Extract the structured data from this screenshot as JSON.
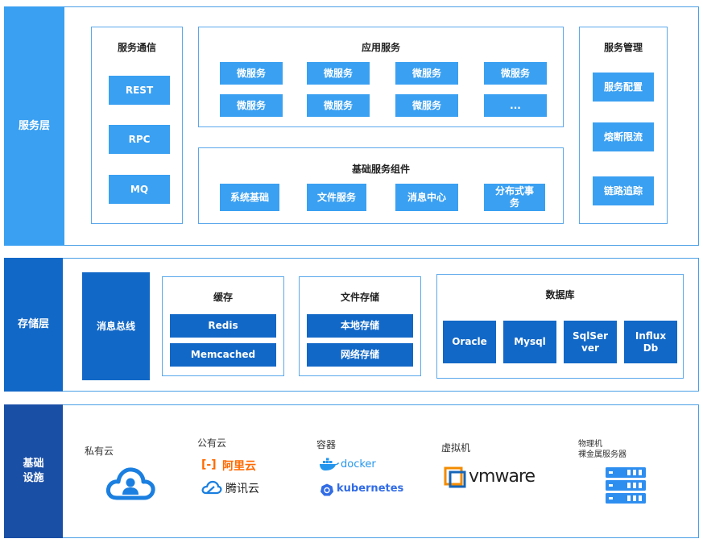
{
  "service_layer": {
    "label": "服务层",
    "comm": {
      "title": "服务通信",
      "items": [
        "REST",
        "RPC",
        "MQ"
      ]
    },
    "app": {
      "title": "应用服务",
      "items": [
        "微服务",
        "微服务",
        "微服务",
        "微服务",
        "微服务",
        "微服务",
        "微服务",
        "..."
      ]
    },
    "base": {
      "title": "基础服务组件",
      "items": [
        "系统基础",
        "文件服务",
        "消息中心",
        "分布式事务"
      ]
    },
    "mgmt": {
      "title": "服务管理",
      "items": [
        "服务配置",
        "熔断限流",
        "链路追踪"
      ]
    }
  },
  "storage_layer": {
    "label": "存储层",
    "bus": "消息总线",
    "cache": {
      "title": "缓存",
      "items": [
        "Redis",
        "Memcached"
      ]
    },
    "file": {
      "title": "文件存储",
      "items": [
        "本地存储",
        "网络存储"
      ]
    },
    "db": {
      "title": "数据库",
      "items": [
        "Oracle",
        "Mysql",
        "SqlServer",
        "InfluxDb"
      ]
    }
  },
  "infra_layer": {
    "label": "基础设施",
    "private_cloud": "私有云",
    "public_cloud": {
      "label": "公有云",
      "aliyun": "阿里云",
      "tencent": "腾讯云"
    },
    "container": {
      "label": "容器",
      "docker": "docker",
      "k8s": "kubernetes"
    },
    "vm": {
      "label": "虚拟机",
      "vmware": "vmware"
    },
    "physical": {
      "line1": "物理机",
      "line2": "裸金属服务器"
    }
  },
  "colors": {
    "dark_blue": "#1268c7",
    "light_blue": "#3aa0f2",
    "navy": "#1a4fa6",
    "aliyun": "#ff6a00",
    "docker": "#2496ed",
    "k8s": "#326ce5"
  }
}
